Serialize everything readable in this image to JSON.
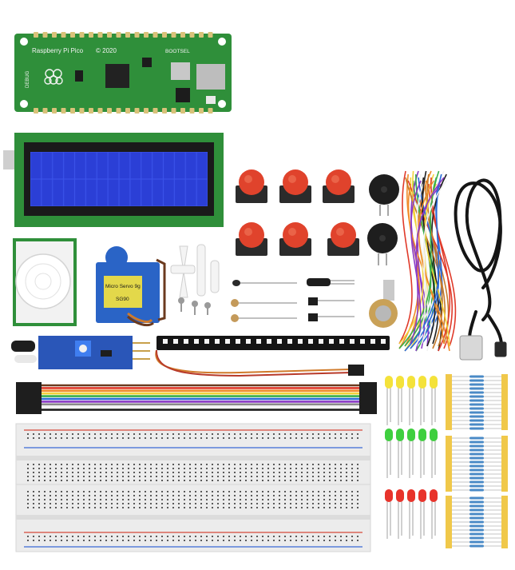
{
  "scene": "product-kit-photo",
  "pico_board": {
    "silkscreen_name": "Raspberry Pi Pico",
    "silkscreen_year": "© 2020",
    "button_label": "BOOTSEL",
    "pin_label": "DEBUG"
  },
  "servo": {
    "label_line1": "Micro Servo 9g",
    "label_line2": "SG90"
  },
  "colors": {
    "pcb_green": "#2f8f3a",
    "lcd_blue": "#2b3fd6",
    "button_red": "#e0432c",
    "breadboard": "#ececec",
    "servo_blue": "#2a64c6"
  },
  "led_colors": [
    "#f4e23a",
    "#3fcf3f",
    "#e8332b"
  ]
}
